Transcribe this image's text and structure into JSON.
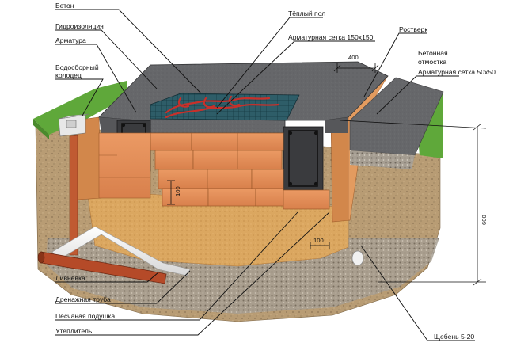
{
  "labels": {
    "beton": "Бетон",
    "gidroizolyatsiya": "Гидроизоляция",
    "armatura": "Арматура",
    "vodosbornyi_1": "Водосборный",
    "vodosbornyi_2": "колодец",
    "teplyi_pol": "Тёплый пол",
    "setka_150": "Арматурная сетка 150х150",
    "rostverk": "Ростверк",
    "otmostka_1": "Бетонная",
    "otmostka_2": "отмостка",
    "setka_50": "Арматурная сетка 50х50",
    "livnevka": "Ливнёвка",
    "drenazhnaya": "Дренажная труба",
    "peschanaya": "Песчаная подушка",
    "uteplitel": "Утеплитель",
    "shcheben": "Щебень 5-20"
  },
  "dimensions": {
    "d400": "400",
    "d100_brick": "100",
    "d100_gravel": "100",
    "d600": "600"
  },
  "colors": {
    "concrete": "#5f6063",
    "grass": "#5fa83a",
    "brick": "#e08a55",
    "sand": "#d9a45c",
    "soil": "#b79a72",
    "gravel": "#9c9488",
    "pvc_pipe": "#b54a28",
    "heating_pipe": "#c8302a",
    "floor_mesh": "#2c5a64",
    "insulation": "#d88a45"
  }
}
